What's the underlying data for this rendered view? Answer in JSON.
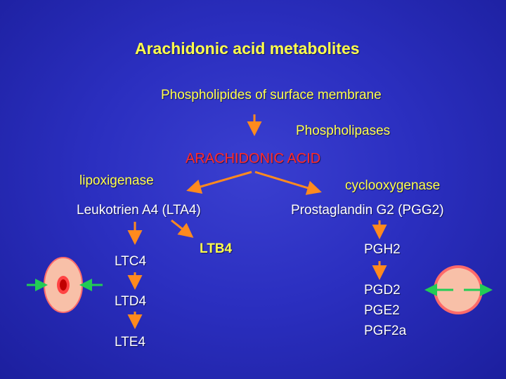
{
  "title": "Arachidonic acid metabolites",
  "membrane": "Phospholipides of surface membrane",
  "enzyme_phospholipases": "Phospholipases",
  "center": "ARACHIDONIC ACID",
  "left": {
    "enzyme": "lipoxigenase",
    "product": "Leukotrien A4 (LTA4)",
    "chain": [
      "LTC4",
      "LTD4",
      "LTE4"
    ],
    "side": "LTB4"
  },
  "right": {
    "enzyme": "cyclooxygenase",
    "product": "Prostaglandin G2 (PGG2)",
    "chain": [
      "PGH2",
      "PGD2",
      "PGE2",
      "PGF2a"
    ]
  },
  "colors": {
    "background": "#2b2fc0",
    "title_text": "#ffff4d",
    "body_text": "#ffffff",
    "center_text": "#ff2a2a",
    "arrow": "#ff8a1e",
    "green_arrow": "#22cc55",
    "cell_fill": "#f8c0a8",
    "cell_ring": "#ff6a6a"
  }
}
